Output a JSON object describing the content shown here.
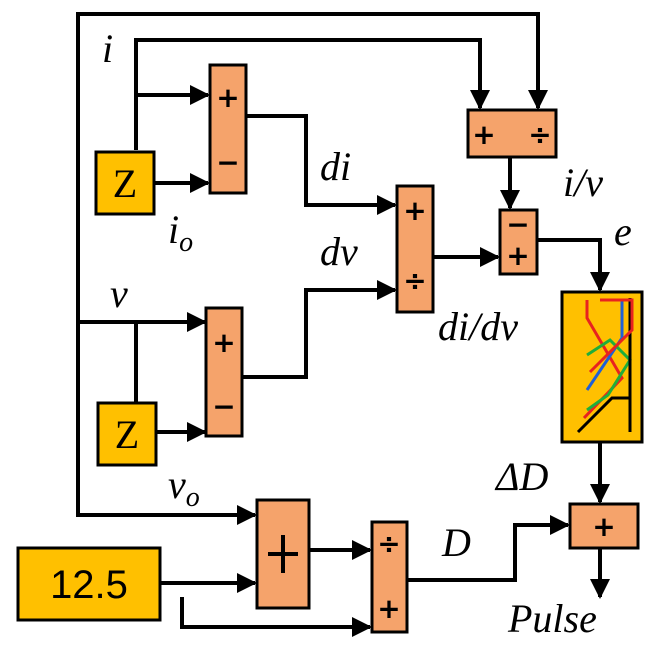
{
  "signals": {
    "i": "i",
    "i_o": "i",
    "i_o_sub": "o",
    "v": "v",
    "v_o": "v",
    "v_o_sub": "o",
    "di": "di",
    "dv": "dv",
    "di_dv": "di/dv",
    "i_v": "i/v",
    "e": "e",
    "delta_d": "ΔD",
    "d": "D",
    "pulse": "Pulse"
  },
  "blocks": {
    "delay_1": "Z",
    "delay_2": "Z",
    "constant": "12.5"
  },
  "signs": {
    "plus": "+",
    "minus": "−",
    "divide": "÷"
  },
  "colors": {
    "block_fill": "#f5a36b",
    "box_fill": "#ffc000",
    "fuzzy_red": "#e8231f",
    "fuzzy_blue": "#1f5fd6",
    "fuzzy_green": "#1fae3a",
    "fuzzy_black": "#000000"
  }
}
